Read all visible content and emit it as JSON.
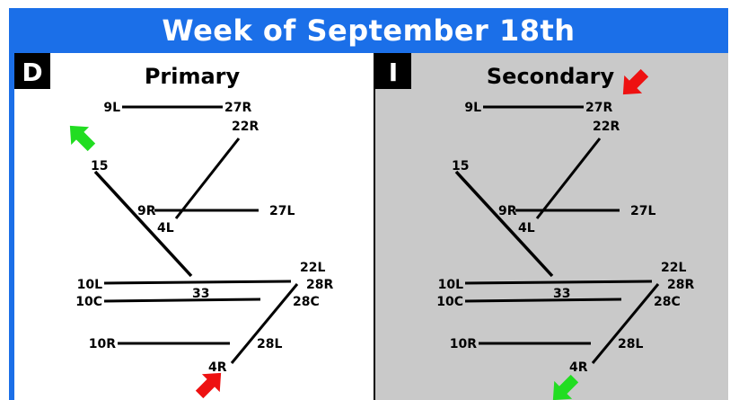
{
  "title": "Week of September 18th",
  "panels": [
    {
      "badge": "D",
      "heading": "Primary",
      "runways": {
        "r9L": "9L",
        "r27R": "27R",
        "r22R": "22R",
        "r15": "15",
        "r9R": "9R",
        "r27L": "27L",
        "r4L": "4L",
        "r22L": "22L",
        "r10L": "10L",
        "r28R": "28R",
        "r33": "33",
        "r10C": "10C",
        "r28C": "28C",
        "r10R": "10R",
        "r28L": "28L",
        "r4R": "4R"
      },
      "arrows": [
        {
          "icon": "green-arrow-icon",
          "color": "#22dd22",
          "direction": "northwest"
        },
        {
          "icon": "red-arrow-icon",
          "color": "#ee1111",
          "direction": "northeast"
        }
      ]
    },
    {
      "badge": "I",
      "heading": "Secondary",
      "runways": {
        "r9L": "9L",
        "r27R": "27R",
        "r22R": "22R",
        "r15": "15",
        "r9R": "9R",
        "r27L": "27L",
        "r4L": "4L",
        "r22L": "22L",
        "r10L": "10L",
        "r28R": "28R",
        "r33": "33",
        "r10C": "10C",
        "r28C": "28C",
        "r10R": "10R",
        "r28L": "28L",
        "r4R": "4R"
      },
      "arrows": [
        {
          "icon": "red-arrow-icon",
          "color": "#ee1111",
          "direction": "southwest"
        },
        {
          "icon": "green-arrow-icon",
          "color": "#22dd22",
          "direction": "southwest"
        }
      ]
    }
  ]
}
